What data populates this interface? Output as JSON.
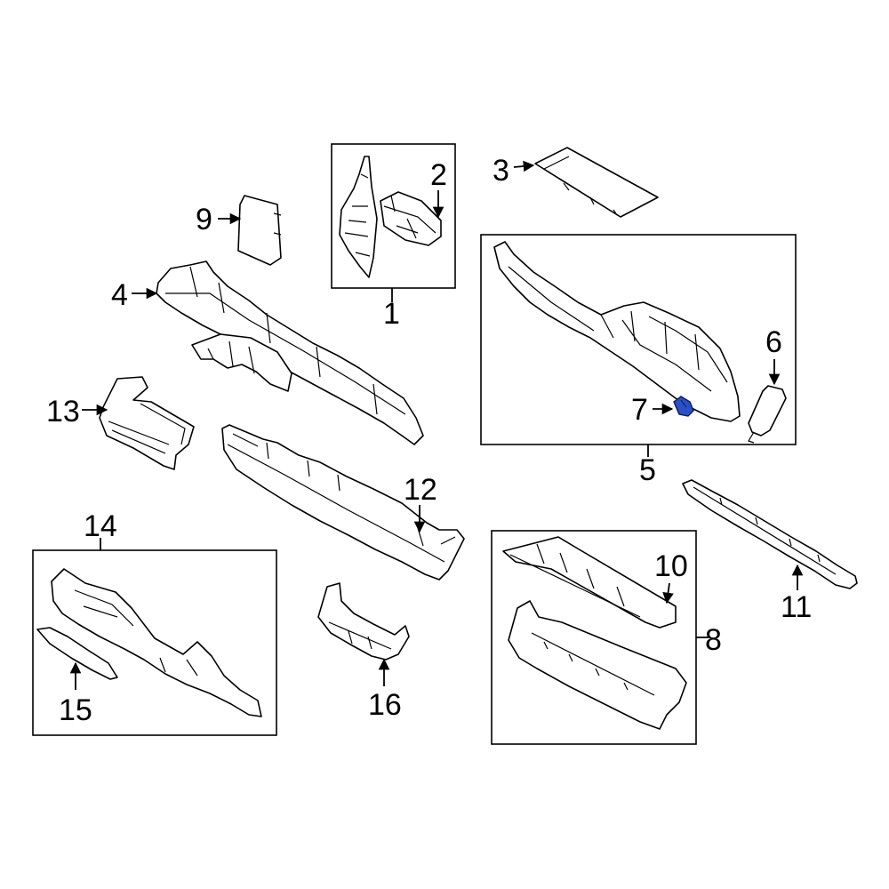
{
  "diagram": {
    "callouts": {
      "c1": "1",
      "c2": "2",
      "c3": "3",
      "c4": "4",
      "c5": "5",
      "c6": "6",
      "c7": "7",
      "c8": "8",
      "c9": "9",
      "c10": "10",
      "c11": "11",
      "c12": "12",
      "c13": "13",
      "c14": "14",
      "c15": "15",
      "c16": "16"
    },
    "highlight_color": "#2b4fc4"
  }
}
